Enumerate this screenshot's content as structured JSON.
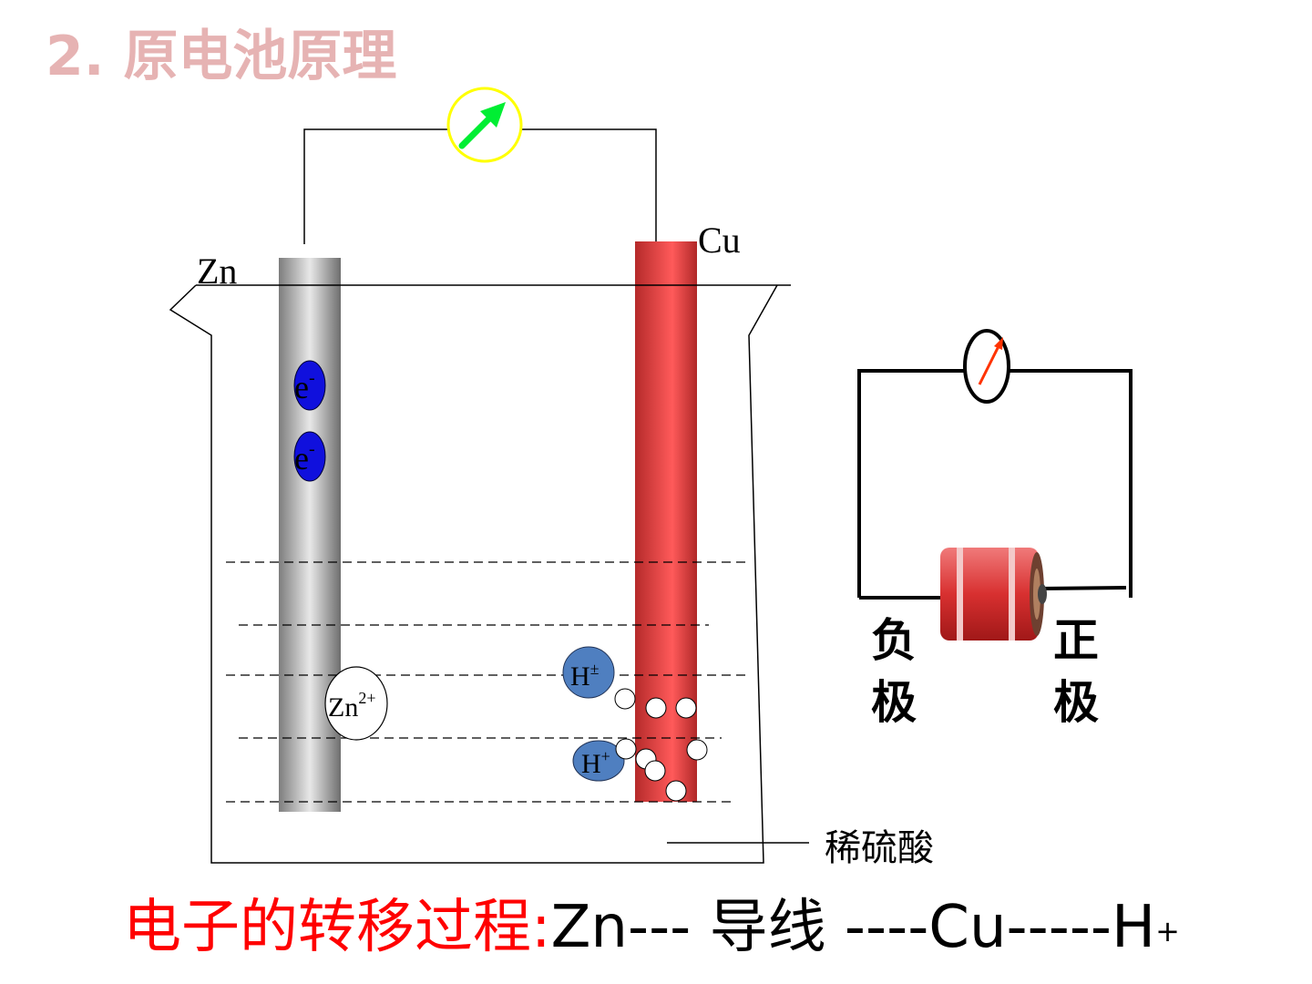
{
  "title": {
    "number": "2.",
    "text": "原电池原理"
  },
  "labels": {
    "zn": "Zn",
    "cu": "Cu",
    "electron": "e",
    "electron_sign": "-",
    "zn_ion": "Zn",
    "zn_ion_charge": "2+",
    "h_ion_1": "H",
    "h_ion_1_charge": "±",
    "h_ion_2": "H",
    "h_ion_2_charge": "+",
    "acid": "稀硫酸"
  },
  "battery": {
    "negative": [
      "负",
      "极"
    ],
    "positive": [
      "正",
      "极"
    ]
  },
  "caption": {
    "red_text": "电子的转移过程",
    "red_colon": ":",
    "flow": "Zn--- 导线 ----Cu-----H",
    "flow_sup": "+"
  },
  "colors": {
    "title": "#e6b3b3",
    "caption_red": "#ff0000",
    "zinc": "#b0b0b0",
    "copper": "#e04040",
    "electron": "#1010dd",
    "h_ion": "#4f7fc0",
    "meter_ring": "#ffff00",
    "meter_needle": "#00ee33",
    "small_needle": "#ff3300"
  },
  "icons": {
    "galvanometer": "galvanometer-icon",
    "battery": "battery-icon",
    "beaker": "beaker-icon"
  }
}
